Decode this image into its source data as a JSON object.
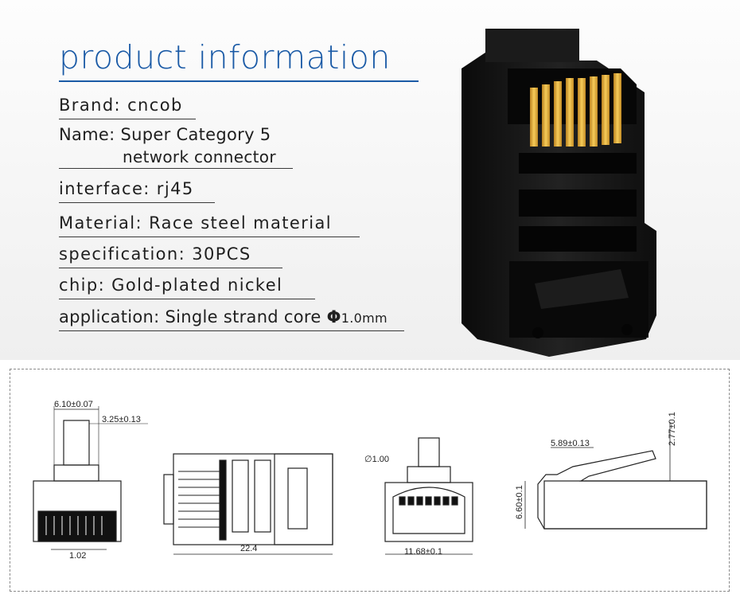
{
  "title": "product information",
  "specs": {
    "brand": "Brand: cncob",
    "name_line1": "Name: Super Category 5",
    "name_line2": "network connector",
    "interface": "interface: rj45",
    "material": "Material: Race steel material",
    "specification": "specification: 30PCS",
    "chip": "chip: Gold-plated nickel",
    "application": "application: Single strand core ",
    "application_phi": "Φ",
    "application_size": "1.0mm"
  },
  "dimensions": {
    "d1": "6.10±0.07",
    "d2": "3.25±0.13",
    "d3": "1.02",
    "d4": "22.4",
    "d5": "∅1.00",
    "d6": "11.68±0.1",
    "d7": "5.89±0.13",
    "d8": "2.77±0.1",
    "d9": "6.60±0.1"
  },
  "colors": {
    "accent": "#1a5aa6",
    "connector_body": "#151515",
    "contacts": "#e9b13b"
  }
}
